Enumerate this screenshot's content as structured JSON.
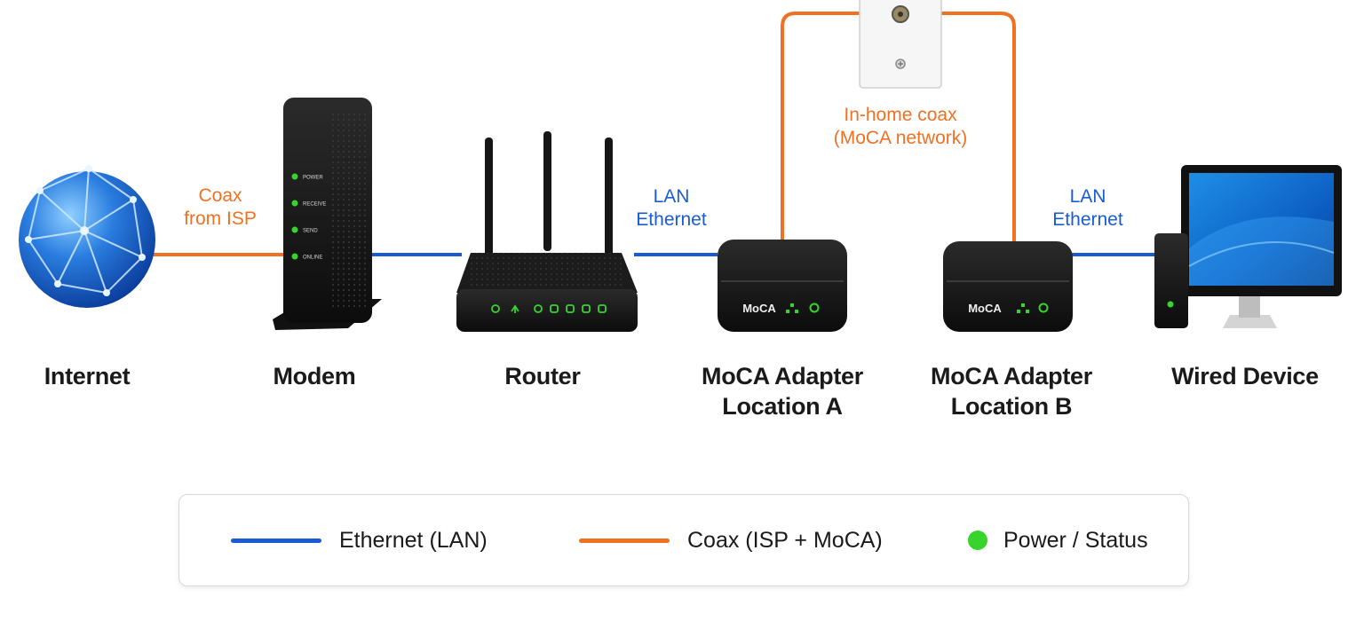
{
  "devices": {
    "internet": "Internet",
    "modem": "Modem",
    "router": "Router",
    "moca_a": [
      "MoCA Adapter",
      "Location A"
    ],
    "moca_b": [
      "MoCA Adapter",
      "Location B"
    ],
    "wired": "Wired Device"
  },
  "links": {
    "coax_isp": [
      "Coax",
      "from ISP"
    ],
    "lan_a": [
      "LAN",
      "Ethernet"
    ],
    "in_home": [
      "In-home coax",
      "(MoCA network)"
    ],
    "lan_b": [
      "LAN",
      "Ethernet"
    ]
  },
  "modem_leds": [
    "POWER",
    "RECEIVE",
    "SEND",
    "ONLINE"
  ],
  "moca_badge": "MoCA",
  "legend": {
    "ethernet": "Ethernet (LAN)",
    "coax": "Coax (ISP + MoCA)",
    "power": "Power / Status"
  },
  "colors": {
    "ethernet": "#1a5bd1",
    "coax": "#f07122",
    "led": "#37d42c"
  }
}
